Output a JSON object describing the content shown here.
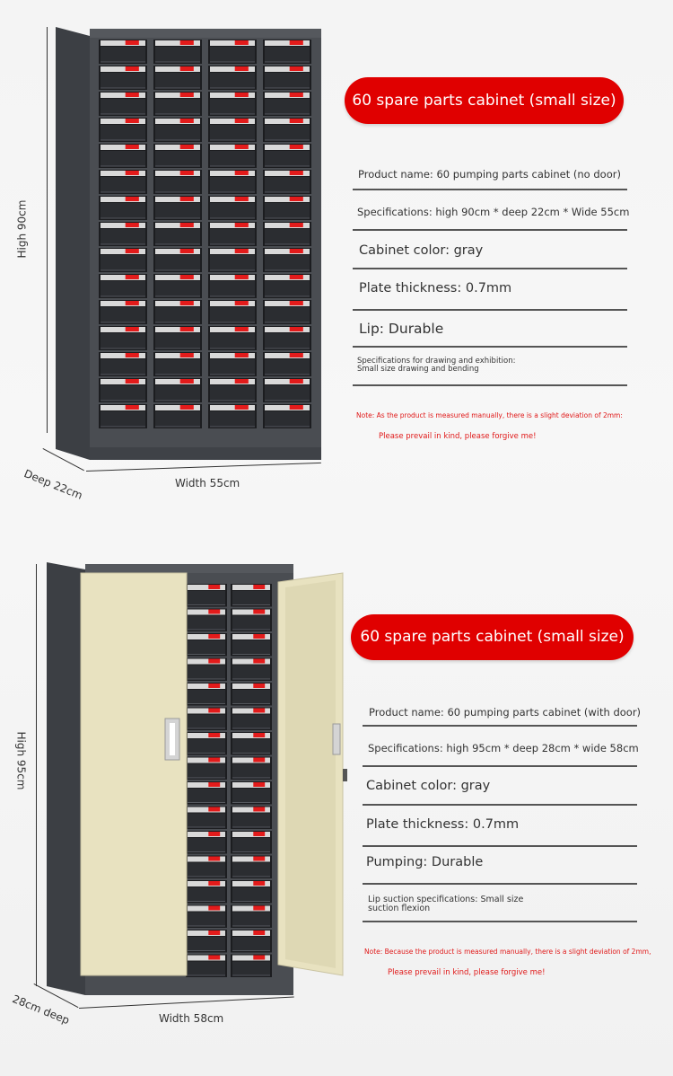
{
  "section1": {
    "title": "60 spare parts cabinet (small size)",
    "specs": [
      "Product name: 60 pumping parts cabinet (no door)",
      "Specifications: high 90cm * deep 22cm * Wide 55cm",
      "Cabinet color: gray",
      "Plate thickness: 0.7mm",
      "Lip: Durable"
    ],
    "spec_small_1": "Specifications for drawing and exhibition:",
    "spec_small_2": "Small size drawing and bending",
    "note_1": "Note: As the product is measured manually, there is a slight deviation of 2mm:",
    "note_2": "Please prevail in kind, please forgive me!",
    "dim_high": "High 90cm",
    "dim_deep": "Deep 22cm",
    "dim_width": "Width 55cm"
  },
  "section2": {
    "title": "60 spare parts cabinet (small size)",
    "specs": [
      "Product name: 60 pumping parts cabinet (with door)",
      "Specifications: high 95cm * deep 28cm * wide 58cm",
      "Cabinet color: gray",
      "Plate thickness: 0.7mm",
      "Pumping: Durable"
    ],
    "spec_small_1": "Lip suction specifications: Small size",
    "spec_small_2": "suction flexion",
    "note_1": "Note: Because the product is measured manually, there is a slight deviation of 2mm,",
    "note_2": "Please prevail in kind, please forgive me!",
    "dim_high": "High 95cm",
    "dim_deep": "28cm deep",
    "dim_width": "Width 58cm"
  },
  "colors": {
    "accent": "#e00000",
    "cabinet_gray": "#4a4d52",
    "door_beige": "#e8e2c0"
  }
}
